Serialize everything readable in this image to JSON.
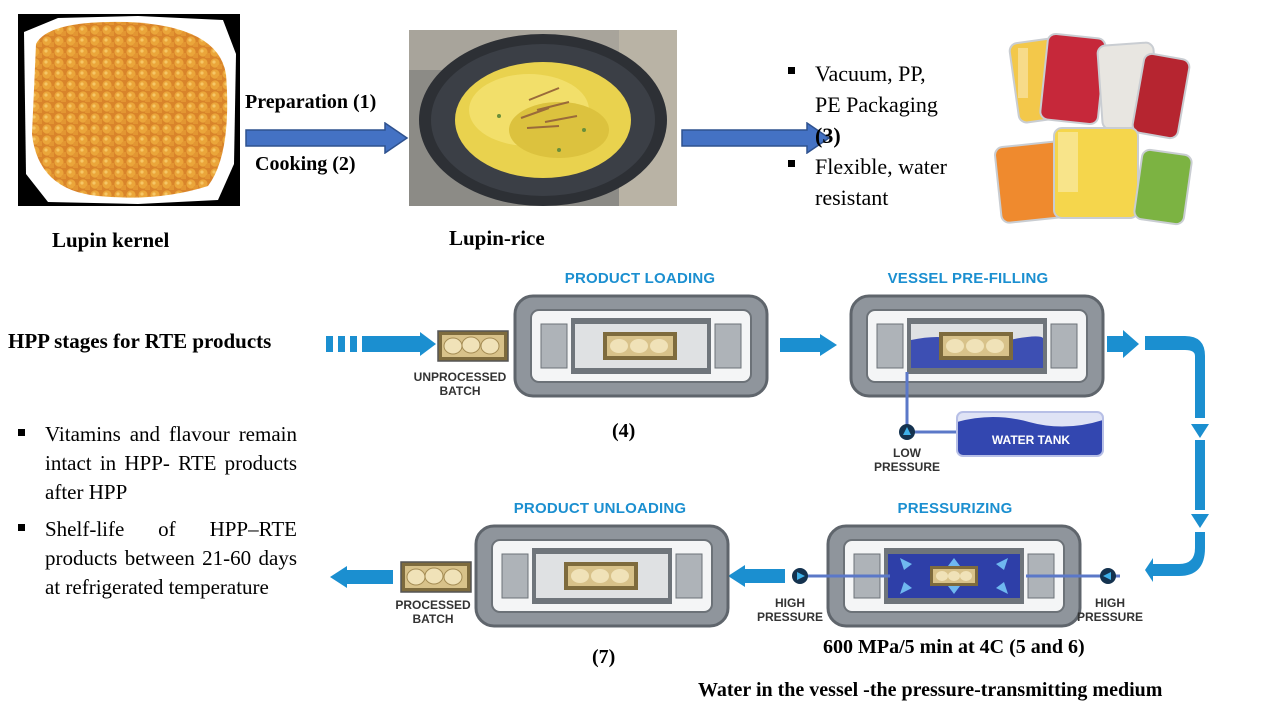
{
  "top_row": {
    "kernel_caption": "Lupin kernel",
    "rice_caption": "Lupin-rice",
    "step_preparation": "Preparation (1)",
    "step_cooking": "Cooking (2)",
    "packaging_bullets": [
      {
        "line1": "Vacuum, PP,",
        "line2": "PE Packaging",
        "line3": "(3)"
      },
      {
        "line1": "Flexible, water",
        "line2": "resistant"
      }
    ]
  },
  "hpp": {
    "label": "HPP stages for RTE products",
    "stages": {
      "loading": "PRODUCT LOADING",
      "prefilling": "VESSEL PRE-FILLING",
      "unloading": "PRODUCT UNLOADING",
      "pressurizing": "PRESSURIZING"
    },
    "unprocessed_line1": "UNPROCESSED",
    "unprocessed_line2": "BATCH",
    "processed_line1": "PROCESSED",
    "processed_line2": "BATCH",
    "water_tank": "WATER TANK",
    "low_pressure_line1": "LOW",
    "low_pressure_line2": "PRESSURE",
    "high_pressure_line1": "HIGH",
    "high_pressure_line2": "PRESSURE",
    "step4": "(4)",
    "step7": "(7)",
    "condition": "600 MPa/5 min at 4C (5 and 6)",
    "medium": "Water in the vessel -the pressure-transmitting medium"
  },
  "notes": [
    {
      "lines": [
        "Vitamins and flavour",
        "remain intact in HPP-",
        "RTE products after",
        "HPP"
      ]
    },
    {
      "lines": [
        "Shelf-life of HPP–RTE",
        "products between 21-60",
        "days at refrigerated",
        "temperature"
      ]
    }
  ],
  "colors": {
    "accent_blue": "#1b8fd0",
    "arrow_blue": "#4472c4",
    "kernel_orange": "#e59a2c"
  }
}
